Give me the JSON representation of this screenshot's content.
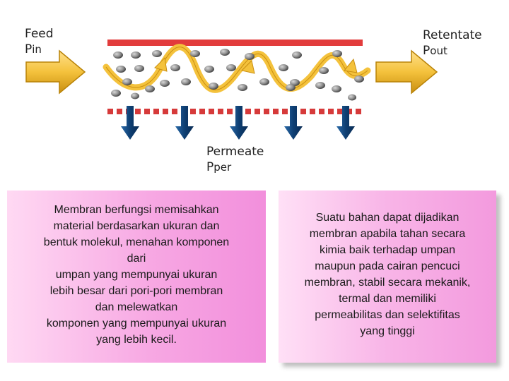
{
  "labels": {
    "feed": {
      "main": "Feed",
      "sym": "P",
      "sub": "in"
    },
    "retentate": {
      "main": "Retentate",
      "sym": "P",
      "sub": "out"
    },
    "permeate": {
      "main": "Permeate",
      "sym": "P",
      "sub": "per"
    }
  },
  "left_panel": {
    "lines": [
      "Membran  berfungsi  memisahkan",
      "material  berdasarkan  ukuran  dan",
      "bentuk molekul,   menahan  komponen",
      "dari",
      "umpan  yang  mempunyai  ukuran",
      "lebih  besar  dari pori-pori  membran",
      "dan  melewatkan",
      "komponen  yang mempunyai  ukuran",
      "yang  lebih kecil."
    ]
  },
  "right_panel": {
    "lines": [
      "Suatu  bahan  dapat  dijadikan",
      "membran  apabila  tahan  secara",
      "kimia  baik terhadap umpan",
      "maupun pada cairan pencuci",
      "membran, stabil secara mekanik,",
      "termal dan memiliki",
      "permeabilitas dan selektifitas",
      "yang tinggi"
    ]
  },
  "colors": {
    "membrane_top": "#e23c3c",
    "membrane_bottom": "#d63a3a",
    "flow_arrow": "#f4c23c",
    "permeate_arrow": "#0e3f73",
    "particle": "#909090"
  },
  "icons": [
    "feed-arrow-icon",
    "retentate-arrow-icon",
    "permeate-arrow-icon",
    "wave-flow-icon"
  ]
}
